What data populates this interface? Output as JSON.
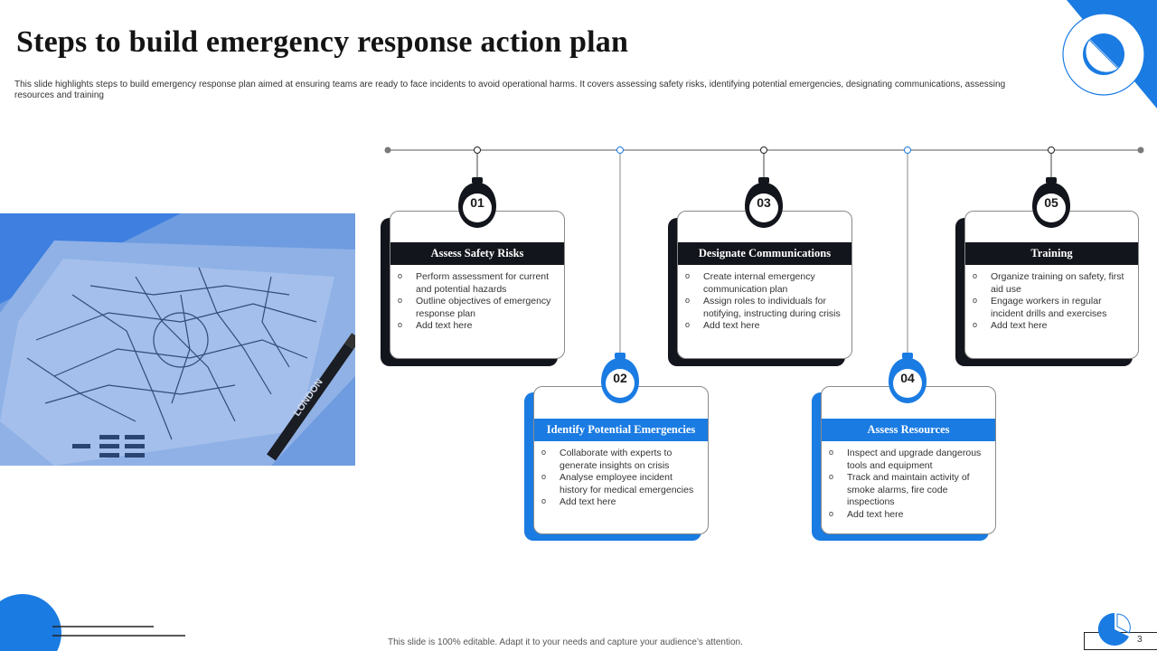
{
  "header": {
    "title": "Steps to build emergency response action plan",
    "subtitle": "This slide highlights steps to build emergency response plan aimed at ensuring teams are ready to face incidents to avoid operational harms. It covers assessing safety risks, identifying potential emergencies, designating communications, assessing resources and training"
  },
  "colors": {
    "accent": "#1a7be2",
    "dark": "#13151c",
    "photo_tint": "#5b8fde"
  },
  "image": {
    "name": "london-map-photo",
    "label": "LONDON"
  },
  "steps": [
    {
      "number": "01",
      "title": "Assess Safety Risks",
      "items": [
        "Perform assessment for current and potential hazards",
        "Outline objectives of emergency response plan",
        "Add text here"
      ]
    },
    {
      "number": "02",
      "title": "Identify Potential Emergencies",
      "items": [
        "Collaborate with experts to generate insights on crisis",
        "Analyse employee incident history for medical emergencies",
        "Add text here"
      ]
    },
    {
      "number": "03",
      "title": "Designate Communications",
      "items": [
        "Create internal emergency communication plan",
        "Assign roles to individuals for notifying, instructing during crisis",
        "Add text here"
      ]
    },
    {
      "number": "04",
      "title": "Assess Resources",
      "items": [
        "Inspect and upgrade dangerous tools and equipment",
        "Track and maintain activity of smoke alarms, fire code inspections",
        "Add text here"
      ]
    },
    {
      "number": "05",
      "title": "Training",
      "items": [
        "Organize training on safety, first aid use",
        "Engage workers in regular incident drills and exercises",
        "Add text here"
      ]
    }
  ],
  "footer": {
    "note": "This slide is 100% editable. Adapt it to your needs and capture your audience’s attention.",
    "page_number": "3"
  }
}
